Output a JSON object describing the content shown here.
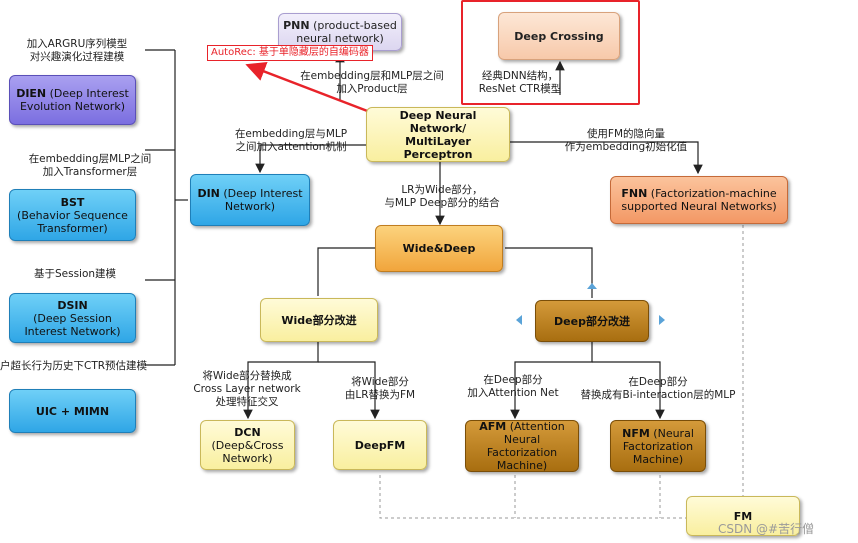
{
  "nodes": {
    "pnn": {
      "name": "PNN",
      "desc": " (product-based neural network)"
    },
    "deep_crossing": {
      "name": "Deep Crossing"
    },
    "dien": {
      "name": "DIEN",
      "desc": " (Deep Interest Evolution Network)"
    },
    "dnn": {
      "line1": "Deep Neural Network/",
      "line2": "MultiLayer Perceptron"
    },
    "bst": {
      "name": "BST",
      "desc": "Behavior Sequence Transformer)",
      "desc_prefix": "("
    },
    "din": {
      "name": "DIN",
      "desc": " (Deep Interest Network)"
    },
    "fnn": {
      "name": "FNN",
      "desc": " (Factorization-machine supported Neural Networks)"
    },
    "wide_deep": {
      "name": "Wide&Deep"
    },
    "dsin": {
      "name": "DSIN",
      "desc": "(Deep Session Interest Network)"
    },
    "wide_improve": {
      "name": "Wide部分改进"
    },
    "deep_improve": {
      "name": "Deep部分改进"
    },
    "uic_mimn": {
      "name": "UIC + MIMN"
    },
    "dcn": {
      "name": "DCN",
      "desc": "(Deep&Cross Network)"
    },
    "deepfm": {
      "name": "DeepFM"
    },
    "afm": {
      "name": "AFM",
      "desc": " (Attention Neural Factorization Machine)"
    },
    "nfm": {
      "name": "NFM",
      "desc": " (Neural Factorization Machine)"
    },
    "fm": {
      "name": "FM"
    }
  },
  "labels": {
    "argru_1": "加入ARGRU序列模型",
    "argru_2": "对兴趣演化过程建模",
    "autorec_tag": "AutoRec:",
    "autorec_text": " 基于单隐藏层的自编码器",
    "product_1": "在embedding层和MLP层之间",
    "product_2": "加入Product层",
    "resnet_1": "经典DNN结构，",
    "resnet_2": "ResNet CTR模型",
    "attention_1": "在embedding层与MLP",
    "attention_2": "之间加入attention机制",
    "fm_init_1": "使用FM的隐向量",
    "fm_init_2": "作为embedding初始化值",
    "transformer_1": "在embedding层MLP之间",
    "transformer_2": "加入Transformer层",
    "lr_wide_1": "LR为Wide部分，",
    "lr_wide_2": "与MLP Deep部分的结合",
    "session": "基于Session建模",
    "long_behavior": "户超长行为历史下CTR预估建模",
    "cross_1": "将Wide部分替换成",
    "cross_2": "Cross Layer network",
    "cross_3": "处理特征交叉",
    "fm_replace_1": "将Wide部分",
    "fm_replace_2": "由LR替换为FM",
    "att_net_1": "在Deep部分",
    "att_net_2": "加入Attention Net",
    "bi_1": "在Deep部分",
    "bi_2": "替换成有Bi-interaction层的MLP"
  },
  "watermark": "CSDN @#苦行僧",
  "colors": {
    "highlight": "#e8232a"
  }
}
